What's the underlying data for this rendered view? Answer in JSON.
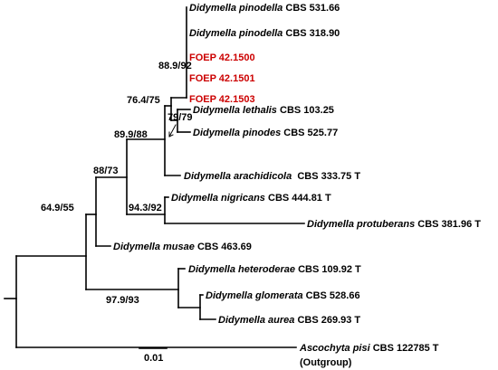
{
  "accent_color": "#cc0000",
  "taxa": [
    {
      "species": "Didymella pinodella",
      "strain": "CBS 531.66",
      "highlight": false
    },
    {
      "species": "Didymella pinodella",
      "strain": "CBS 318.90",
      "highlight": false
    },
    {
      "species": "",
      "strain": "FOEP 42.1500",
      "highlight": true
    },
    {
      "species": "",
      "strain": "FOEP 42.1501",
      "highlight": true
    },
    {
      "species": "",
      "strain": "FOEP 42.1503",
      "highlight": true
    },
    {
      "species": "Didymella lethalis",
      "strain": "CBS 103.25",
      "highlight": false
    },
    {
      "species": "Didymella pinodes",
      "strain": "CBS 525.77",
      "highlight": false
    },
    {
      "species": "Didymella arachidicola",
      "strain": " CBS 333.75 T",
      "highlight": false
    },
    {
      "species": "Didymella nigricans",
      "strain": "CBS 444.81 T",
      "highlight": false
    },
    {
      "species": "Didymella protuberans",
      "strain": "CBS 381.96 T",
      "highlight": false
    },
    {
      "species": "Didymella musae",
      "strain": "CBS 463.69",
      "highlight": false
    },
    {
      "species": "Didymella heteroderae",
      "strain": "CBS 109.92 T",
      "highlight": false
    },
    {
      "species": "Didymella glomerata",
      "strain": "CBS 528.66",
      "highlight": false
    },
    {
      "species": "Didymella aurea",
      "strain": "CBS 269.93 T",
      "highlight": false
    },
    {
      "species": "Ascochyta pisi",
      "strain": "CBS 122785 T",
      "highlight": false
    }
  ],
  "outgroup_note": "(Outgroup)",
  "support_values": [
    "88.9/92",
    "79/79",
    "76.4/75",
    "89.9/88",
    "88/73",
    "94.3/92",
    "64.9/55",
    "97.9/93"
  ],
  "scale_bar": {
    "label": "0.01"
  }
}
